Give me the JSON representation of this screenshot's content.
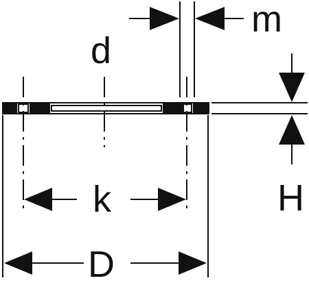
{
  "labels": {
    "d": "d",
    "m": "m",
    "k": "k",
    "H": "H",
    "D": "D"
  },
  "colors": {
    "stroke": "#111111",
    "fill": "#111111",
    "background": "#ffffff"
  }
}
